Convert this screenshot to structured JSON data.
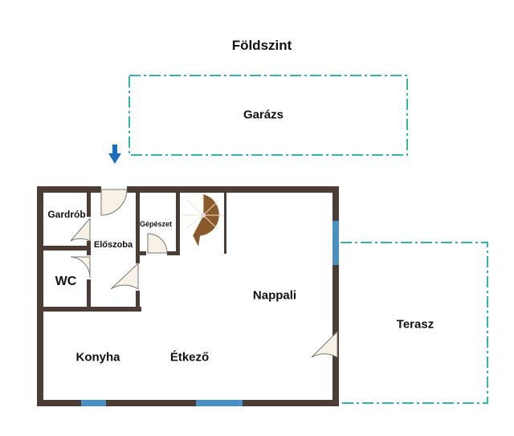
{
  "title": "Földszint",
  "rooms": {
    "garage": "Garázs",
    "terrace": "Terasz",
    "wardrobe": "Gardrób",
    "hall": "Előszoba",
    "utility": "Gépészet",
    "wc": "WC",
    "living": "Nappali",
    "kitchen": "Konyha",
    "dining": "Étkező"
  },
  "colors": {
    "wall": "#4b3c36",
    "window": "#4a90c0",
    "dashed_outline": "#2fb8a6",
    "entrance_arrow": "#1a6fc0",
    "door_fill": "#f7f1e6",
    "stair": "#8a5a2b"
  }
}
